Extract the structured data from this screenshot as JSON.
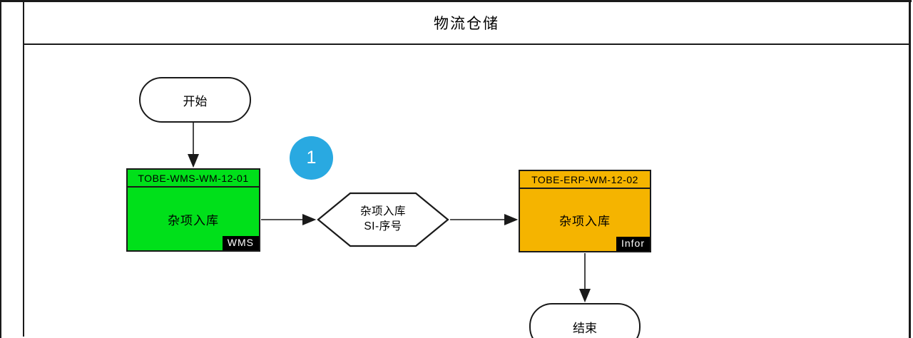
{
  "title": "物流仓储",
  "palette": {
    "process_green": "#00E01A",
    "process_orange": "#F5B400",
    "badge_blue": "#29A9E1",
    "tag_bg": "#000000",
    "tag_text": "#ffffff",
    "line": "#1a1a1a"
  },
  "nodes": {
    "start": {
      "label": "开始"
    },
    "wms_process": {
      "header": "TOBE-WMS-WM-12-01",
      "label": "杂项入库",
      "tag": "WMS"
    },
    "step_badge": {
      "label": "1"
    },
    "connector_hexagon": {
      "line1": "杂项入库",
      "line2": "SI-序号"
    },
    "erp_process": {
      "header": "TOBE-ERP-WM-12-02",
      "label": "杂项入库",
      "tag": "Infor"
    },
    "end": {
      "label": "结束"
    }
  }
}
